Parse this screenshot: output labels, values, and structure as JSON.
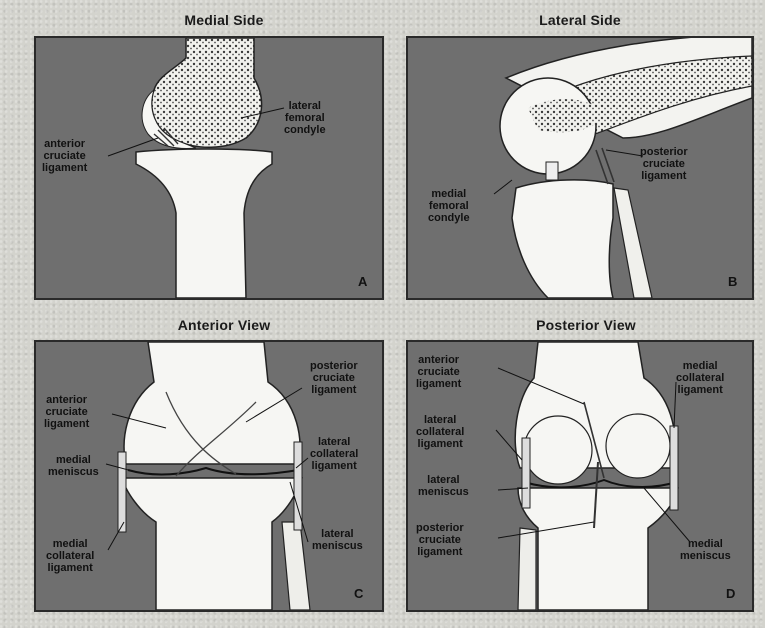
{
  "panels": {
    "a": {
      "title": "Medial Side",
      "letter": "A",
      "labels": {
        "acl_1": "anterior",
        "acl_2": "cruciate",
        "acl_3": "ligament",
        "lfc_1": "lateral",
        "lfc_2": "femoral",
        "lfc_3": "condyle"
      }
    },
    "b": {
      "title": "Lateral Side",
      "letter": "B",
      "labels": {
        "pcl_1": "posterior",
        "pcl_2": "cruciate",
        "pcl_3": "ligament",
        "mfc_1": "medial",
        "mfc_2": "femoral",
        "mfc_3": "condyle"
      }
    },
    "c": {
      "title": "Anterior View",
      "letter": "C",
      "labels": {
        "acl_1": "anterior",
        "acl_2": "cruciate",
        "acl_3": "ligament",
        "pcl_1": "posterior",
        "pcl_2": "cruciate",
        "pcl_3": "ligament",
        "mm_1": "medial",
        "mm_2": "meniscus",
        "lcl_1": "lateral",
        "lcl_2": "collateral",
        "lcl_3": "ligament",
        "mcl_1": "medial",
        "mcl_2": "collateral",
        "mcl_3": "ligament",
        "lm_1": "lateral",
        "lm_2": "meniscus"
      }
    },
    "d": {
      "title": "Posterior View",
      "letter": "D",
      "labels": {
        "acl_1": "anterior",
        "acl_2": "cruciate",
        "acl_3": "ligament",
        "lcl_1": "lateral",
        "lcl_2": "collateral",
        "lcl_3": "ligament",
        "lm_1": "lateral",
        "lm_2": "meniscus",
        "pcl_1": "posterior",
        "pcl_2": "cruciate",
        "pcl_3": "ligament",
        "mcl_1": "medial",
        "mcl_2": "collateral",
        "mcl_3": "ligament",
        "mm_1": "medial",
        "mm_2": "meniscus"
      }
    }
  }
}
